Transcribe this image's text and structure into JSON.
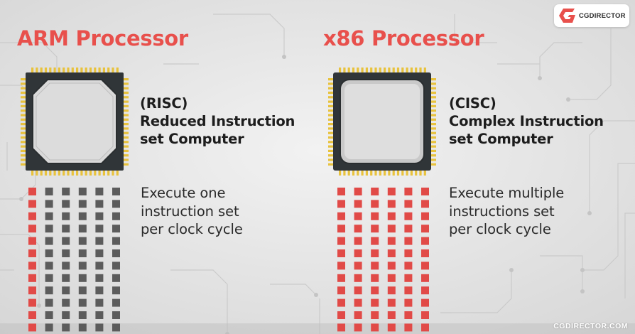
{
  "brand": {
    "logo_text": "CGDIRECTOR",
    "footer_url": "CGDIRECTOR.COM",
    "accent_color": "#e8504c"
  },
  "arm": {
    "title": "ARM Processor",
    "type_label": "(RISC)",
    "name_lines": [
      "Reduced Instruction",
      "set Computer"
    ],
    "exec_lines": [
      "Execute one",
      "instruction set",
      "per clock cycle"
    ],
    "chip_shape": "octagon-die",
    "grid_pattern": "one red column, five gray columns"
  },
  "x86": {
    "title": "x86 Processor",
    "type_label": "(CISC)",
    "name_lines": [
      "Complex Instruction",
      "set Computer"
    ],
    "exec_lines": [
      "Execute multiple",
      "instructions set",
      "per clock cycle"
    ],
    "chip_shape": "square-die",
    "grid_pattern": "all red columns"
  },
  "colors": {
    "title_red": "#e8504c",
    "square_red": "#e14a47",
    "square_gray": "#5c5c5c",
    "chip_body": "#303538",
    "chip_pins": "#e8c23c",
    "die_face": "#d8d8d8"
  }
}
